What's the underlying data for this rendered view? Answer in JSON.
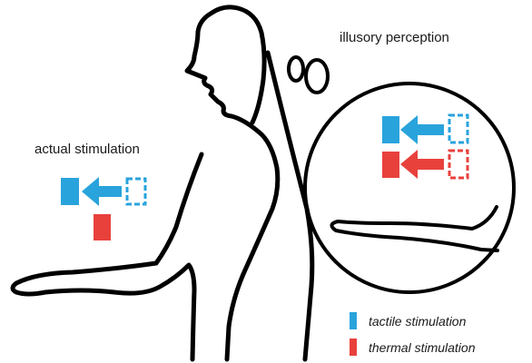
{
  "labels": {
    "actual": "actual stimulation",
    "illusory": "illusory perception"
  },
  "legend": {
    "items": [
      {
        "label": "tactile stimulation",
        "color": "#29a3dc"
      },
      {
        "label": "thermal stimulation",
        "color": "#e8413c"
      }
    ]
  },
  "colors": {
    "tactile": "#29a3dc",
    "thermal": "#e8413c",
    "outline": "#000000"
  },
  "icons": [
    "human-silhouette",
    "thought-bubbles",
    "tactile-block",
    "thermal-block",
    "left-arrow",
    "dashed-target-box"
  ]
}
